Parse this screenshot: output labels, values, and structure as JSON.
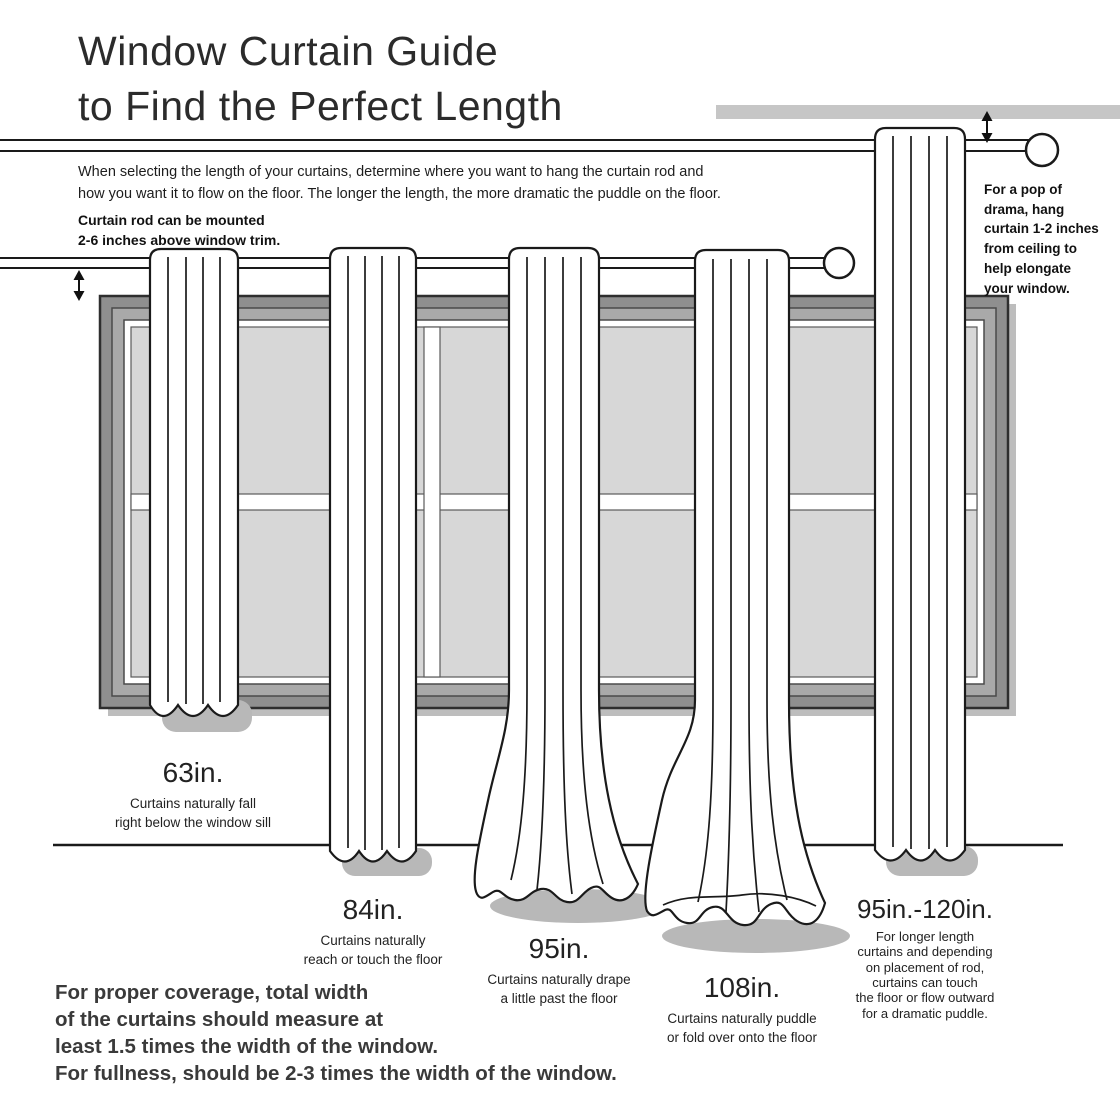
{
  "title": {
    "line1": "Window Curtain Guide",
    "line2": "to Find the Perfect Length"
  },
  "intro": {
    "line1": "When selecting the length of your curtains, determine where you want to hang the curtain rod and",
    "line2": "how you want it to flow on the floor. The longer the length, the more dramatic the puddle on the floor."
  },
  "rod_note": {
    "line1": "Curtain rod can be mounted",
    "line2": "2-6 inches above window trim."
  },
  "ceiling_note": {
    "lines": [
      "For a pop of",
      "drama, hang",
      "curtain 1-2 inches",
      "from ceiling to",
      "help elongate",
      "your window."
    ]
  },
  "curtains": [
    {
      "length": "63in.",
      "desc_lines": [
        "Curtains naturally fall",
        "right below the window sill"
      ]
    },
    {
      "length": "84in.",
      "desc_lines": [
        "Curtains naturally",
        "reach or touch the floor"
      ]
    },
    {
      "length": "95in.",
      "desc_lines": [
        "Curtains naturally drape",
        "a little past the floor"
      ]
    },
    {
      "length": "108in.",
      "desc_lines": [
        "Curtains naturally puddle",
        "or fold over onto the floor"
      ]
    },
    {
      "length": "95in.-120in.",
      "desc_lines": [
        "For longer length",
        "curtains and depending",
        "on placement of rod,",
        "curtains can touch",
        "the floor or flow outward",
        "for a dramatic puddle."
      ]
    }
  ],
  "footer": {
    "lines": [
      "For proper coverage, total width",
      "of the curtains should measure at",
      "least 1.5 times the width of the window.",
      "For fullness, should be 2-3 times the width of the window."
    ]
  },
  "colors": {
    "window_frame": "#8f8f8f",
    "window_frame_inner": "#a9a9a9",
    "glass": "#d7d7d7",
    "shadow": "#bdbdbd",
    "line": "#1a1a1a"
  }
}
